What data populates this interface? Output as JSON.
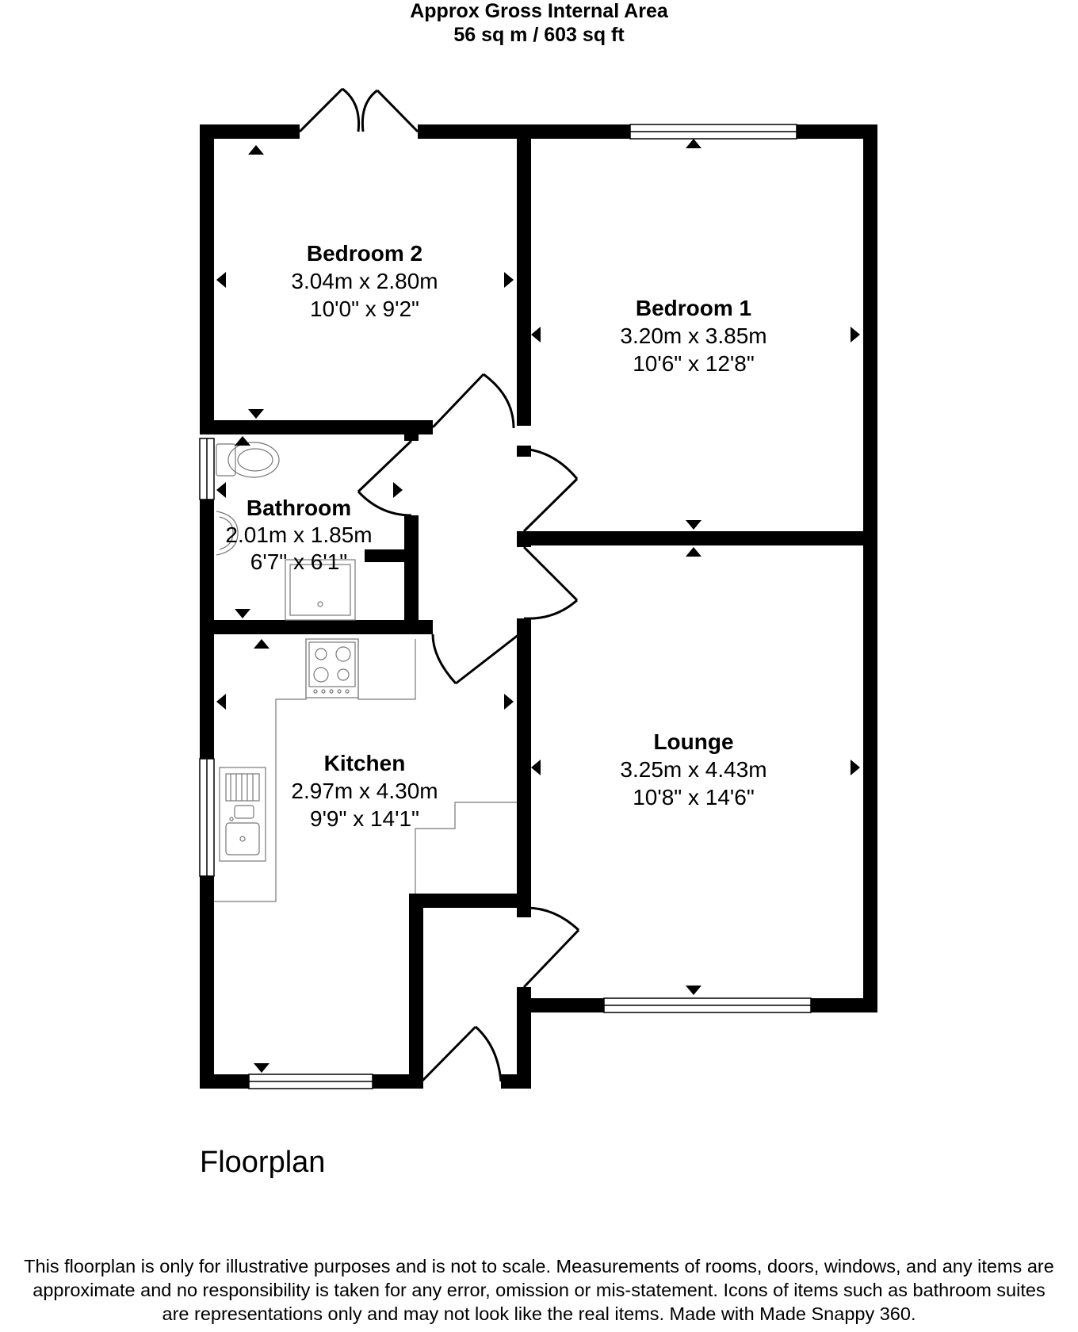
{
  "header": {
    "line1": "Approx Gross Internal Area",
    "line2": "56 sq m / 603 sq ft"
  },
  "rooms": [
    {
      "id": "bedroom2",
      "name": "Bedroom 2",
      "metric": "3.04m x 2.80m",
      "imperial": "10'0\" x 9'2\""
    },
    {
      "id": "bedroom1",
      "name": "Bedroom 1",
      "metric": "3.20m x 3.85m",
      "imperial": "10'6\" x 12'8\""
    },
    {
      "id": "bathroom",
      "name": "Bathroom",
      "metric": "2.01m x 1.85m",
      "imperial": "6'7\" x 6'1\""
    },
    {
      "id": "kitchen",
      "name": "Kitchen",
      "metric": "2.97m x 4.30m",
      "imperial": "9'9\" x 14'1\""
    },
    {
      "id": "lounge",
      "name": "Lounge",
      "metric": "3.25m x 4.43m",
      "imperial": "10'8\" x 14'6\""
    }
  ],
  "caption": "Floorplan",
  "disclaimer": {
    "line1": "This floorplan is only for illustrative purposes and is not to scale. Measurements of rooms, doors, windows, and any items are",
    "line2": "approximate and no responsibility is taken for any error, omission or mis-statement. Icons of items such as bathroom suites",
    "line3": "are representations only and may not look like the real items. Made with Made Snappy 360."
  },
  "colors": {
    "wall": "#000000",
    "background": "#ffffff",
    "fixture": "#777777"
  }
}
